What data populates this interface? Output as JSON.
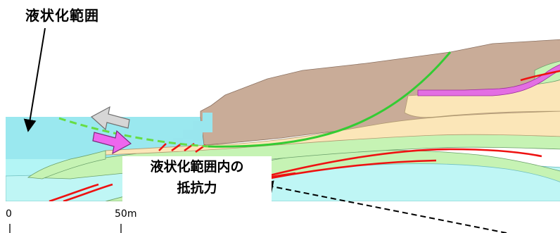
{
  "labels": {
    "liquefaction_range": "液状化範囲",
    "resistance_line1": "液状化範囲内の",
    "resistance_line2": "抵抗力",
    "scale_zero": "0",
    "scale_fifty": "50m"
  },
  "colors": {
    "water": "#b3f5f5",
    "liquefied_zone": "#99e6ee",
    "embankment": "#c9ac98",
    "sand": "#fbe6b8",
    "clay": "#c6f3b4",
    "deep_water_layer": "#bff6f5",
    "slip_circle": "#33cc33",
    "weak_layer_lines": "#ee1111",
    "magenta_layer": "#e36ee3",
    "gray_arrow": "#cccccc",
    "pink_arrow": "#ee66ee"
  },
  "icons": [
    "gray-left-arrow-icon",
    "pink-right-arrow-icon",
    "callout-pointer-arrow-icon"
  ]
}
